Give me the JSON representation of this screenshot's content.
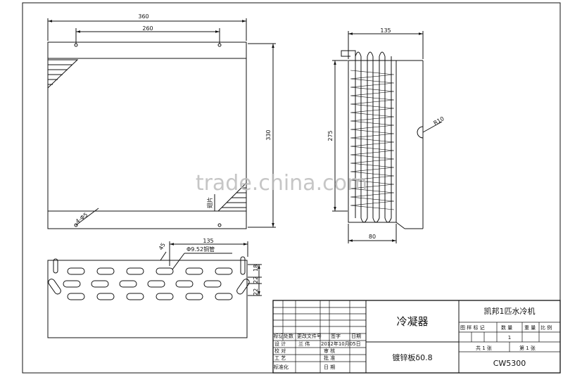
{
  "dimensions": {
    "front_width": "360",
    "front_hole_span": "260",
    "front_height": "330",
    "side_width": "135",
    "side_height": "275",
    "side_bottom": "80",
    "bend_radius": "R10",
    "bottom_width": "135",
    "tube": "Φ9.52铜管",
    "pitch_a": "22",
    "pitch_b": "22",
    "pitch_c": "18",
    "hole_note": "4-Φ5",
    "fin_label": "翅片",
    "angle_label": "45"
  },
  "title_block": {
    "part_name": "冷凝器",
    "product_name": "凯邦1匹水冷机",
    "material": "镀锌板δ0.8",
    "drawing_no": "CW5300",
    "rev_headers": [
      "标记",
      "处数",
      "更改文件号",
      "签字",
      "日期"
    ],
    "rows": [
      {
        "label": "设 计",
        "name": "兰 伟",
        "date": "2012年10月05日"
      },
      {
        "label": "校 对",
        "name": "",
        "role": "审 核"
      },
      {
        "label": "工 艺",
        "name": "",
        "role": "批 准"
      },
      {
        "label": "标准化",
        "name": "",
        "role": "日 期"
      }
    ],
    "attr_headers": [
      "图 样 标 记",
      "数 量",
      "重 量",
      "比 例"
    ],
    "quantity": "1",
    "sheets_total": "共 1 张",
    "sheet_no": "第 1 张"
  },
  "watermark": "trade.china.com"
}
